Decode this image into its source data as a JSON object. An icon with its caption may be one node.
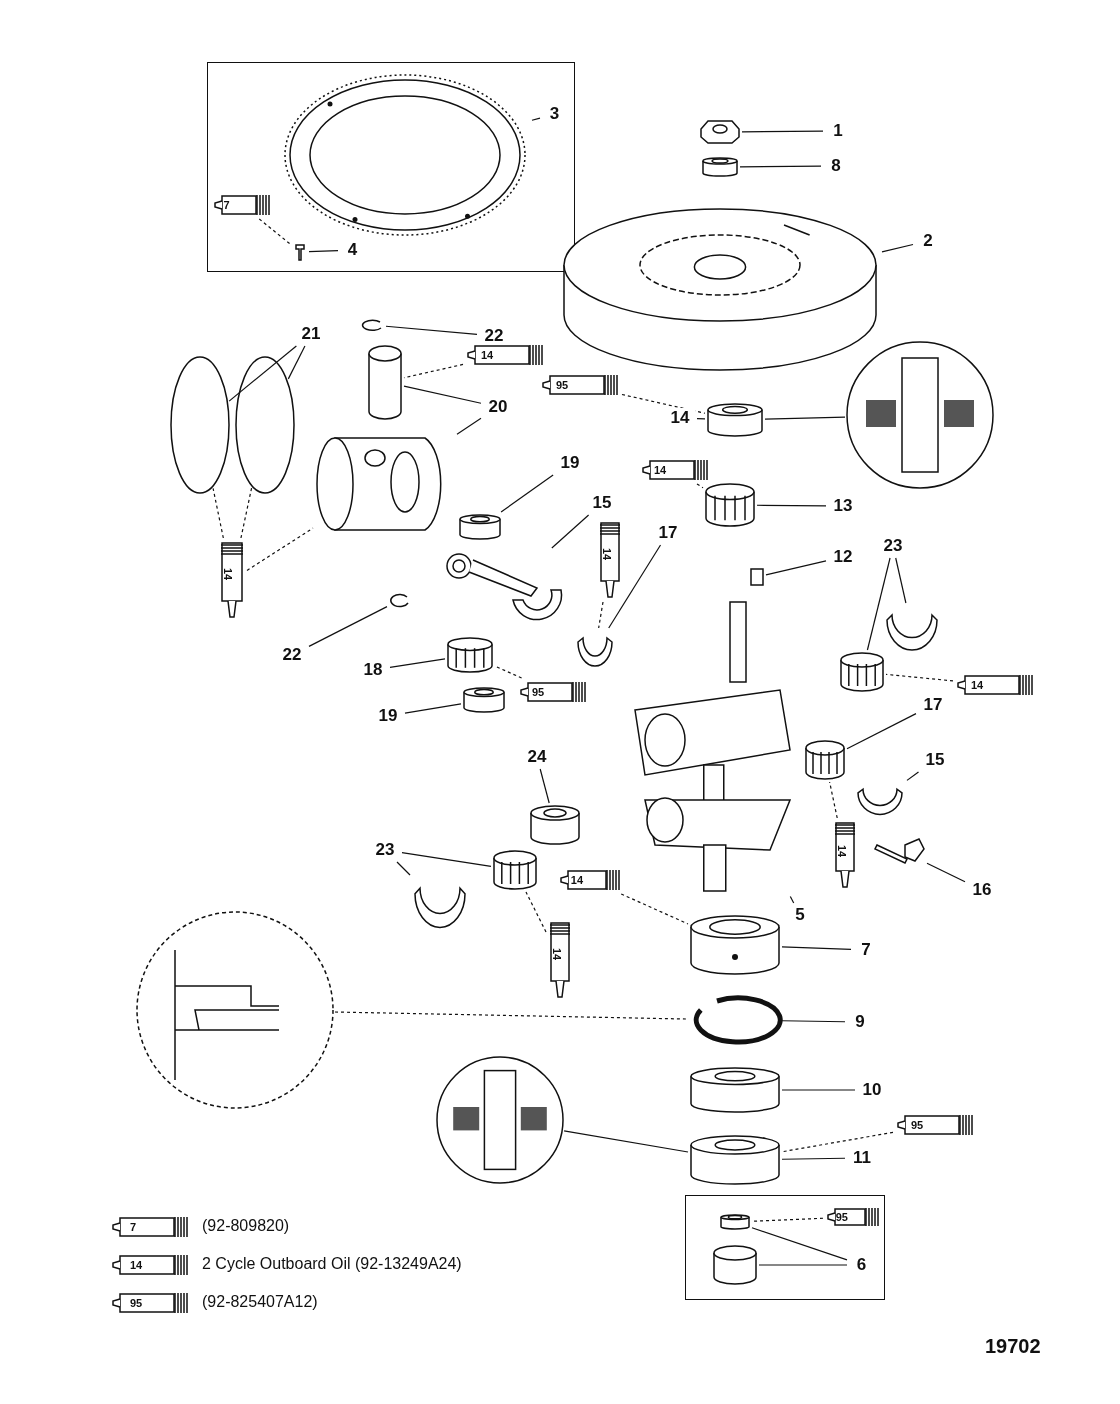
{
  "diagram": {
    "nodes": [
      {
        "text": [],
        "shape": "box"
      },
      {
        "text": [],
        "shape": "picture",
        "in": 0
      },
      {
        "text": [
          "3"
        ],
        "in": 0
      },
      {
        "text": [],
        "shape": "picture",
        "in": 0
      },
      {
        "text": [
          "4"
        ],
        "in": 0
      },
      {
        "text": [
          "7"
        ],
        "in": 0
      },
      {
        "text": [],
        "shape": "picture"
      },
      {
        "text": [
          "1"
        ]
      },
      {
        "text": [],
        "shape": "cylinder"
      },
      {
        "text": [
          "8"
        ]
      },
      {
        "text": [],
        "shape": "picture"
      },
      {
        "text": [
          "2"
        ]
      },
      {
        "text": [],
        "shape": "picture"
      },
      {
        "text": [
          "22"
        ]
      },
      {
        "text": [
          "21"
        ]
      },
      {
        "text": [],
        "shape": "circle"
      },
      {
        "text": [],
        "shape": "circle"
      },
      {
        "text": [],
        "shape": "cylinder"
      },
      {
        "text": [
          "20"
        ]
      },
      {
        "text": [],
        "shape": "picture"
      },
      {
        "text": [
          "14"
        ]
      },
      {
        "text": [
          "95"
        ]
      },
      {
        "text": [],
        "shape": "picture"
      },
      {
        "text": [],
        "shape": "cylinder"
      },
      {
        "text": [
          "14"
        ]
      },
      {
        "text": [
          "14"
        ]
      },
      {
        "text": [],
        "shape": "picture"
      },
      {
        "text": [
          "13"
        ]
      },
      {
        "text": [
          "19"
        ]
      },
      {
        "text": [],
        "shape": "cylinder"
      },
      {
        "text": [
          "15"
        ]
      },
      {
        "text": [],
        "shape": "picture"
      },
      {
        "text": [
          "14"
        ]
      },
      {
        "text": [
          "17"
        ]
      },
      {
        "text": [],
        "shape": "picture"
      },
      {
        "text": [
          "14"
        ]
      },
      {
        "text": [
          "12"
        ]
      },
      {
        "text": [],
        "shape": "box"
      },
      {
        "text": [
          "23"
        ]
      },
      {
        "text": [],
        "shape": "picture"
      },
      {
        "text": [],
        "shape": "picture"
      },
      {
        "text": [
          "14"
        ]
      },
      {
        "text": [],
        "shape": "picture"
      },
      {
        "text": [
          "22"
        ]
      },
      {
        "text": [],
        "shape": "picture"
      },
      {
        "text": [
          "18"
        ]
      },
      {
        "text": [],
        "shape": "cylinder"
      },
      {
        "text": [
          "19"
        ]
      },
      {
        "text": [
          "95"
        ]
      },
      {
        "text": [],
        "shape": "picture"
      },
      {
        "text": [
          "24"
        ]
      },
      {
        "text": [],
        "shape": "cylinder"
      },
      {
        "text": [
          "17"
        ]
      },
      {
        "text": [],
        "shape": "picture"
      },
      {
        "text": [
          "15"
        ]
      },
      {
        "text": [],
        "shape": "picture"
      },
      {
        "text": [],
        "shape": "picture"
      },
      {
        "text": [
          "16"
        ]
      },
      {
        "text": [
          "14"
        ]
      },
      {
        "text": [
          "5"
        ]
      },
      {
        "text": [
          "23"
        ]
      },
      {
        "text": [],
        "shape": "picture"
      },
      {
        "text": [],
        "shape": "picture"
      },
      {
        "text": [
          "14"
        ]
      },
      {
        "text": [
          "14"
        ]
      },
      {
        "text": [],
        "shape": "picture"
      },
      {
        "text": [
          "7"
        ]
      },
      {
        "text": [],
        "shape": "picture"
      },
      {
        "text": [],
        "shape": "picture"
      },
      {
        "text": [
          "9"
        ]
      },
      {
        "text": [],
        "shape": "cylinder"
      },
      {
        "text": [
          "10"
        ]
      },
      {
        "text": [],
        "shape": "picture"
      },
      {
        "text": [],
        "shape": "cylinder"
      },
      {
        "text": [
          "11"
        ]
      },
      {
        "text": [
          "95"
        ]
      },
      {
        "text": [],
        "shape": "box"
      },
      {
        "text": [],
        "shape": "cylinder",
        "in": 76
      },
      {
        "text": [
          "95"
        ],
        "in": 76
      },
      {
        "text": [],
        "shape": "cylinder",
        "in": 76
      },
      {
        "text": [
          "6"
        ],
        "in": 76
      }
    ],
    "edges": [
      {
        "from": 2,
        "to": 1,
        "arrow": "none"
      },
      {
        "from": 4,
        "to": 3,
        "arrow": "none"
      },
      {
        "from": 7,
        "to": 6,
        "arrow": "none"
      },
      {
        "from": 9,
        "to": 8,
        "arrow": "none"
      },
      {
        "from": 11,
        "to": 10,
        "arrow": "none"
      },
      {
        "from": 13,
        "to": 12,
        "arrow": "none"
      },
      {
        "from": 14,
        "to": 15,
        "arrow": "none"
      },
      {
        "from": 14,
        "to": 16,
        "arrow": "none"
      },
      {
        "from": 18,
        "to": 17,
        "arrow": "none"
      },
      {
        "from": 18,
        "to": 19,
        "arrow": "none"
      },
      {
        "from": 24,
        "to": 23,
        "arrow": "none"
      },
      {
        "from": 27,
        "to": 26,
        "arrow": "none"
      },
      {
        "from": 28,
        "to": 29,
        "arrow": "none"
      },
      {
        "from": 30,
        "to": 31,
        "arrow": "none"
      },
      {
        "from": 33,
        "to": 34,
        "arrow": "none"
      },
      {
        "from": 36,
        "to": 37,
        "arrow": "none"
      },
      {
        "from": 38,
        "to": 39,
        "arrow": "none"
      },
      {
        "from": 38,
        "to": 40,
        "arrow": "none"
      },
      {
        "from": 43,
        "to": 42,
        "arrow": "none"
      },
      {
        "from": 45,
        "to": 44,
        "arrow": "none"
      },
      {
        "from": 47,
        "to": 46,
        "arrow": "none"
      },
      {
        "from": 50,
        "to": 51,
        "arrow": "none"
      },
      {
        "from": 52,
        "to": 53,
        "arrow": "none"
      },
      {
        "from": 54,
        "to": 55,
        "arrow": "none"
      },
      {
        "from": 57,
        "to": 56,
        "arrow": "none"
      },
      {
        "from": 59,
        "to": 49,
        "arrow": "none"
      },
      {
        "from": 60,
        "to": 61,
        "arrow": "none"
      },
      {
        "from": 60,
        "to": 62,
        "arrow": "none"
      },
      {
        "from": 66,
        "to": 65,
        "arrow": "none"
      },
      {
        "from": 69,
        "to": 68,
        "arrow": "none"
      },
      {
        "from": 71,
        "to": 70,
        "arrow": "none"
      },
      {
        "from": 74,
        "to": 73,
        "arrow": "none"
      },
      {
        "from": 80,
        "to": 77,
        "arrow": "none"
      },
      {
        "from": 80,
        "to": 79,
        "arrow": "none"
      },
      {
        "from": 5,
        "to": 3,
        "arrow": "none",
        "style": "dashed"
      },
      {
        "from": 20,
        "to": 17,
        "arrow": "none",
        "style": "dashed"
      },
      {
        "from": 21,
        "to": 23,
        "arrow": "none",
        "style": "dashed"
      },
      {
        "from": 25,
        "to": 26,
        "arrow": "none",
        "style": "dashed"
      },
      {
        "from": 32,
        "to": 34,
        "arrow": "none",
        "style": "dashed"
      },
      {
        "from": 35,
        "to": 15,
        "arrow": "none",
        "style": "dashed"
      },
      {
        "from": 35,
        "to": 16,
        "arrow": "none",
        "style": "dashed"
      },
      {
        "from": 35,
        "to": 19,
        "arrow": "none",
        "style": "dashed"
      },
      {
        "from": 48,
        "to": 44,
        "arrow": "none",
        "style": "dashed"
      },
      {
        "from": 41,
        "to": 39,
        "arrow": "none",
        "style": "dashed"
      },
      {
        "from": 58,
        "to": 53,
        "arrow": "none",
        "style": "dashed"
      },
      {
        "from": 63,
        "to": 65,
        "arrow": "none",
        "style": "dashed"
      },
      {
        "from": 64,
        "to": 61,
        "arrow": "none",
        "style": "dashed"
      },
      {
        "from": 75,
        "to": 73,
        "arrow": "none",
        "style": "dashed"
      },
      {
        "from": 78,
        "to": 77,
        "arrow": "none",
        "style": "dashed"
      },
      {
        "from": 22,
        "to": 23,
        "arrow": "none"
      },
      {
        "from": 67,
        "to": 68,
        "arrow": "none",
        "style": "dashed"
      },
      {
        "from": 72,
        "to": 73,
        "arrow": "none"
      }
    ],
    "labels": [
      "7",
      "14",
      "95",
      "19702"
    ],
    "legend": [
      {
        "text": "(92-809820)"
      },
      {
        "text": "2 Cycle Outboard Oil (92-13249A24)"
      },
      {
        "text": "(92-825407A12)"
      }
    ]
  }
}
